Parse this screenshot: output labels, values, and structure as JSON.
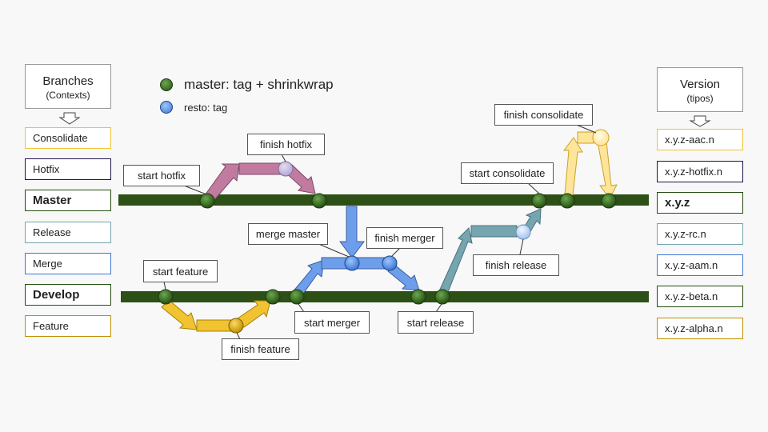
{
  "branches_header": {
    "title": "Branches",
    "subtitle": "(Contexts)"
  },
  "version_header": {
    "title": "Version",
    "subtitle": "(tipos)"
  },
  "legend": {
    "master": {
      "label": "master: tag + shrinkwrap",
      "color": "#2e6b1e"
    },
    "other": {
      "label": "resto: tag",
      "color": "#4a86e8"
    }
  },
  "branches": [
    {
      "label": "Consolidate",
      "color": "#f1c232"
    },
    {
      "label": "Hotfix",
      "color": "#20124d"
    },
    {
      "label": "Master",
      "color": "#274e13"
    },
    {
      "label": "Release",
      "color": "#76a5af"
    },
    {
      "label": "Merge",
      "color": "#3c78d8"
    },
    {
      "label": "Develop",
      "color": "#274e13"
    },
    {
      "label": "Feature",
      "color": "#bf9000"
    }
  ],
  "versions": [
    {
      "label": "x.y.z-aac.n",
      "color": "#f1c232"
    },
    {
      "label": "x.y.z-hotfix.n",
      "color": "#20124d"
    },
    {
      "label": "x.y.z",
      "color": "#274e13"
    },
    {
      "label": "x.y.z-rc.n",
      "color": "#76a5af"
    },
    {
      "label": "x.y.z-aam.n",
      "color": "#3c78d8"
    },
    {
      "label": "x.y.z-beta.n",
      "color": "#274e13"
    },
    {
      "label": "x.y.z-alpha.n",
      "color": "#bf9000"
    }
  ],
  "callouts": {
    "start_hotfix": "start hotfix",
    "finish_hotfix": "finish hotfix",
    "merge_master": "merge master",
    "finish_merger": "finish merger",
    "start_consolidate": "start consolidate",
    "finish_consolidate": "finish consolidate",
    "finish_release": "finish release",
    "start_feature": "start feature",
    "finish_feature": "finish feature",
    "start_merger": "start merger",
    "start_release": "start release"
  },
  "colors": {
    "trunk": "#2d5016",
    "hotfix_arrow": "#c27ba0",
    "merge_arrow": "#6d9eeb",
    "feature_arrow": "#f1c232",
    "release_arrow": "#76a5af",
    "consolidate_arrow": "#ffe599"
  }
}
